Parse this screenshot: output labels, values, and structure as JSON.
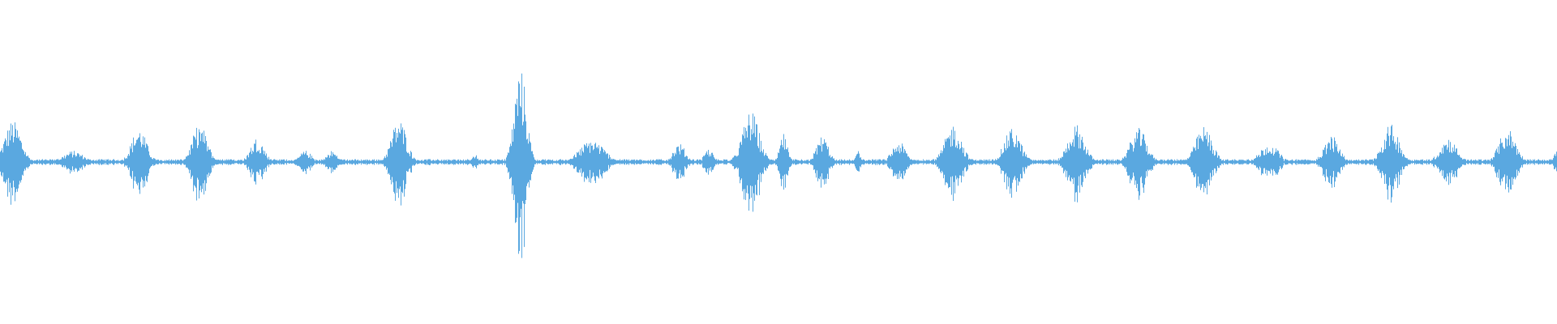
{
  "waveform": {
    "color": "#5aa8e0",
    "baseline_amplitude": 0.012,
    "duration": 1,
    "bursts": [
      {
        "center": 0.008,
        "width": 0.022,
        "amplitude": 0.22
      },
      {
        "center": 0.047,
        "width": 0.026,
        "amplitude": 0.06
      },
      {
        "center": 0.089,
        "width": 0.02,
        "amplitude": 0.18
      },
      {
        "center": 0.128,
        "width": 0.02,
        "amplitude": 0.2
      },
      {
        "center": 0.165,
        "width": 0.018,
        "amplitude": 0.13
      },
      {
        "center": 0.196,
        "width": 0.016,
        "amplitude": 0.06
      },
      {
        "center": 0.213,
        "width": 0.014,
        "amplitude": 0.06
      },
      {
        "center": 0.256,
        "width": 0.02,
        "amplitude": 0.23
      },
      {
        "center": 0.305,
        "width": 0.006,
        "amplitude": 0.05
      },
      {
        "center": 0.334,
        "width": 0.016,
        "amplitude": 0.5
      },
      {
        "center": 0.38,
        "width": 0.032,
        "amplitude": 0.12
      },
      {
        "center": 0.436,
        "width": 0.016,
        "amplitude": 0.1
      },
      {
        "center": 0.455,
        "width": 0.012,
        "amplitude": 0.07
      },
      {
        "center": 0.482,
        "width": 0.022,
        "amplitude": 0.27
      },
      {
        "center": 0.503,
        "width": 0.01,
        "amplitude": 0.15
      },
      {
        "center": 0.528,
        "width": 0.016,
        "amplitude": 0.14
      },
      {
        "center": 0.551,
        "width": 0.006,
        "amplitude": 0.07
      },
      {
        "center": 0.577,
        "width": 0.018,
        "amplitude": 0.11
      },
      {
        "center": 0.612,
        "width": 0.022,
        "amplitude": 0.2
      },
      {
        "center": 0.65,
        "width": 0.022,
        "amplitude": 0.18
      },
      {
        "center": 0.691,
        "width": 0.022,
        "amplitude": 0.2
      },
      {
        "center": 0.731,
        "width": 0.022,
        "amplitude": 0.18
      },
      {
        "center": 0.773,
        "width": 0.022,
        "amplitude": 0.19
      },
      {
        "center": 0.815,
        "width": 0.024,
        "amplitude": 0.1
      },
      {
        "center": 0.855,
        "width": 0.02,
        "amplitude": 0.14
      },
      {
        "center": 0.893,
        "width": 0.022,
        "amplitude": 0.2
      },
      {
        "center": 0.93,
        "width": 0.022,
        "amplitude": 0.13
      },
      {
        "center": 0.968,
        "width": 0.022,
        "amplitude": 0.18
      },
      {
        "center": 0.999,
        "width": 0.006,
        "amplitude": 0.06
      }
    ]
  }
}
